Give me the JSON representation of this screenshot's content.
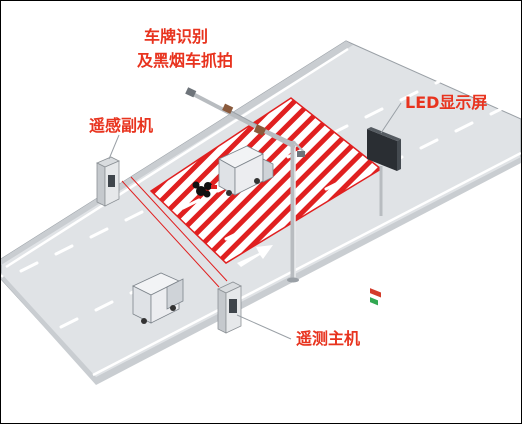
{
  "labels": {
    "plate_line1": "车牌识别",
    "plate_line2": "及黑烟车抓拍",
    "led": "LED显示屏",
    "remote_sub": "遥感副机",
    "remote_main": "遥测主机"
  },
  "colors": {
    "label_red": "#e8331e",
    "road": "#dfe2e5",
    "zone": "#e02020"
  },
  "icons": [
    "truck-icon",
    "smoke-icon",
    "camera-icon",
    "led-screen-icon",
    "pole-icon",
    "cabinet-icon",
    "arrow-icon"
  ]
}
